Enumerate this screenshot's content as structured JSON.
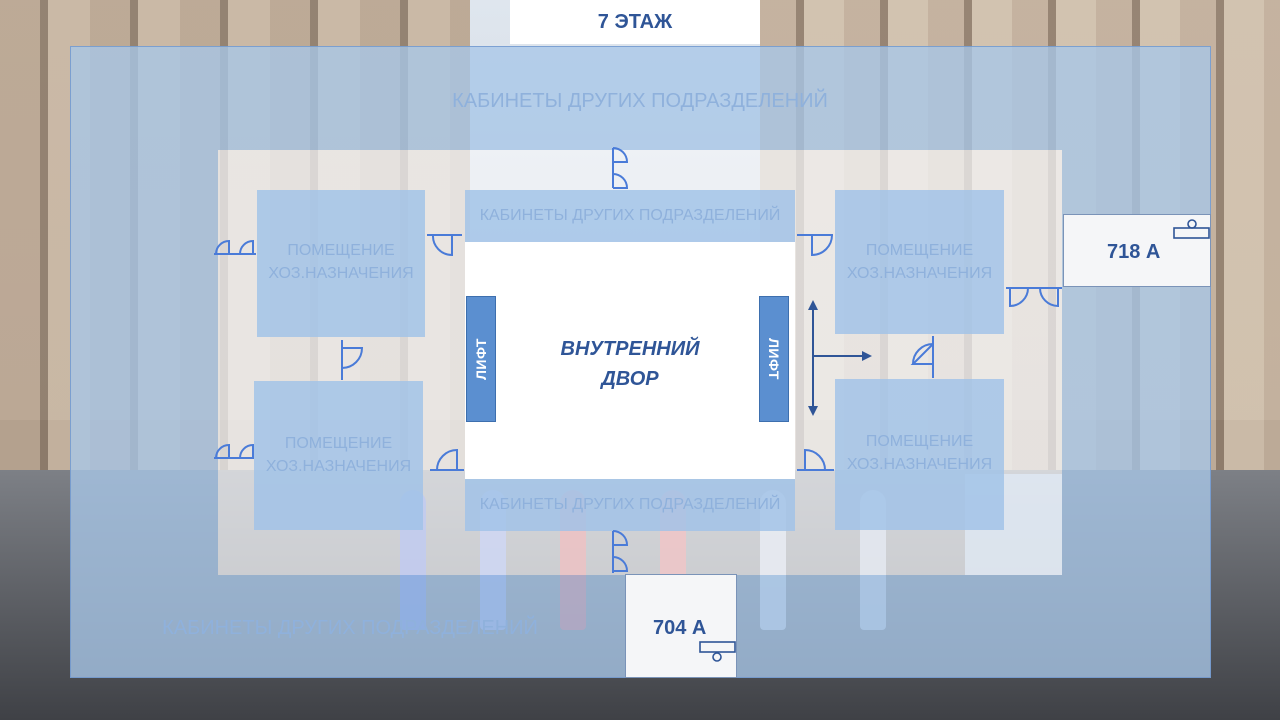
{
  "floor": {
    "title": "7 ЭТАЖ"
  },
  "areas": {
    "top_outer": "КАБИНЕТЫ ДРУГИХ ПОДРАЗДЕЛЕНИЙ",
    "bottom_outer": "КАБИНЕТЫ ДРУГИХ ПОДРАЗДЕЛЕНИЙ",
    "inner_top": "КАБИНЕТЫ ДРУГИХ ПОДРАЗДЕЛЕНИЙ",
    "inner_bottom": "КАБИНЕТЫ ДРУГИХ ПОДРАЗДЕЛЕНИЙ"
  },
  "utility_rooms": {
    "top_left": [
      "ПОМЕЩЕНИЕ",
      "ХОЗ.НАЗНАЧЕНИЯ"
    ],
    "bottom_left": [
      "ПОМЕЩЕНИЕ",
      "ХОЗ.НАЗНАЧЕНИЯ"
    ],
    "top_right": [
      "ПОМЕЩЕНИЕ",
      "ХОЗ.НАЗНАЧЕНИЯ"
    ],
    "bottom_right": [
      "ПОМЕЩЕНИЕ",
      "ХОЗ.НАЗНАЧЕНИЯ"
    ]
  },
  "courtyard": {
    "line1": "ВНУТРЕННИЙ",
    "line2": "ДВОР"
  },
  "lifts": {
    "left": "ЛИФТ",
    "right": "ЛИФТ"
  },
  "offices": {
    "right": "718 А",
    "bottom": "704 А"
  },
  "icons": {
    "door": "door-icon",
    "desk": "desk-icon",
    "arrow": "route-arrow-icon"
  },
  "colors": {
    "accent": "#2f5597",
    "zone": "#a8c6e8",
    "lift": "#5b8fd0",
    "door": "#4a7bd8"
  }
}
